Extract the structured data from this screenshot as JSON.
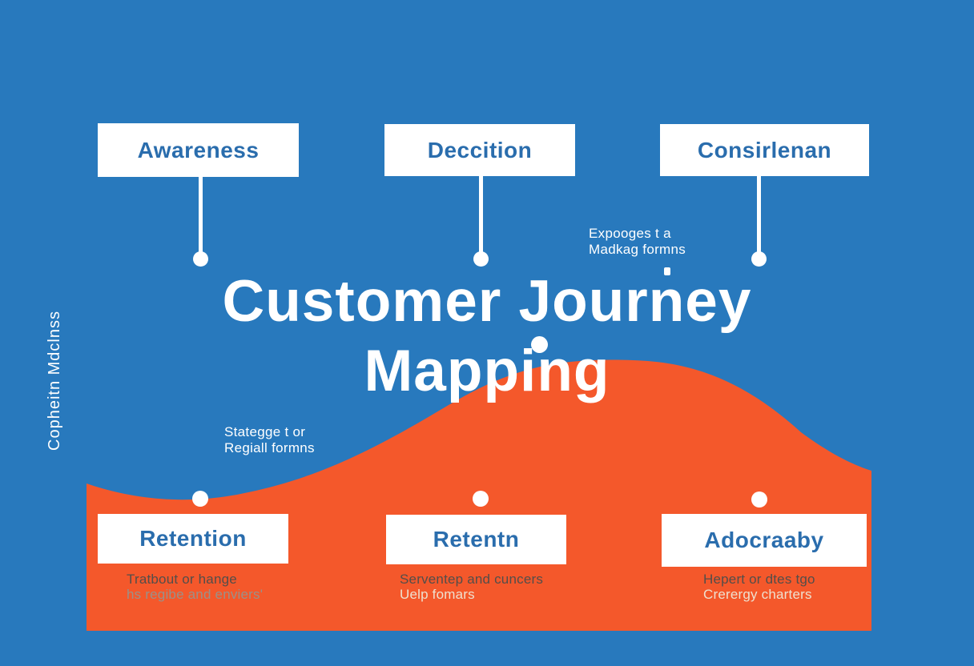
{
  "title": {
    "line1": "Customer Journey",
    "line2": "Mapping"
  },
  "side_label": "Copheitn Mdclnss",
  "top_stages": [
    {
      "label": "Awareness"
    },
    {
      "label": "Deccition"
    },
    {
      "label": "Consirlenan"
    }
  ],
  "bottom_stages": [
    {
      "label": "Retention",
      "note_line1": "Tratbout or hange",
      "note_line2": "hs regibe and enviers'"
    },
    {
      "label": "Retentn",
      "note_line1": "Serventep and cuncers",
      "note_line2": "Uelp fomars"
    },
    {
      "label": "Adocraaby",
      "note_line1": "Hepert or dtes tgo",
      "note_line2": "Crerergy charters"
    }
  ],
  "floating_notes": {
    "top_right": {
      "line1": "Expooges t a",
      "line2": "Madkag formns"
    },
    "mid_left": {
      "line1": "Stategge t or",
      "line2": "Regiall formns"
    }
  },
  "colors": {
    "background_blue": "#2879bd",
    "wave_orange": "#f4582b",
    "box_background": "#ffffff",
    "box_text_blue": "#2a6dad",
    "title_text": "#ffffff",
    "note_dark": "#534e4a",
    "note_muted": "#9a9189",
    "note_cream": "#eee0cf"
  }
}
